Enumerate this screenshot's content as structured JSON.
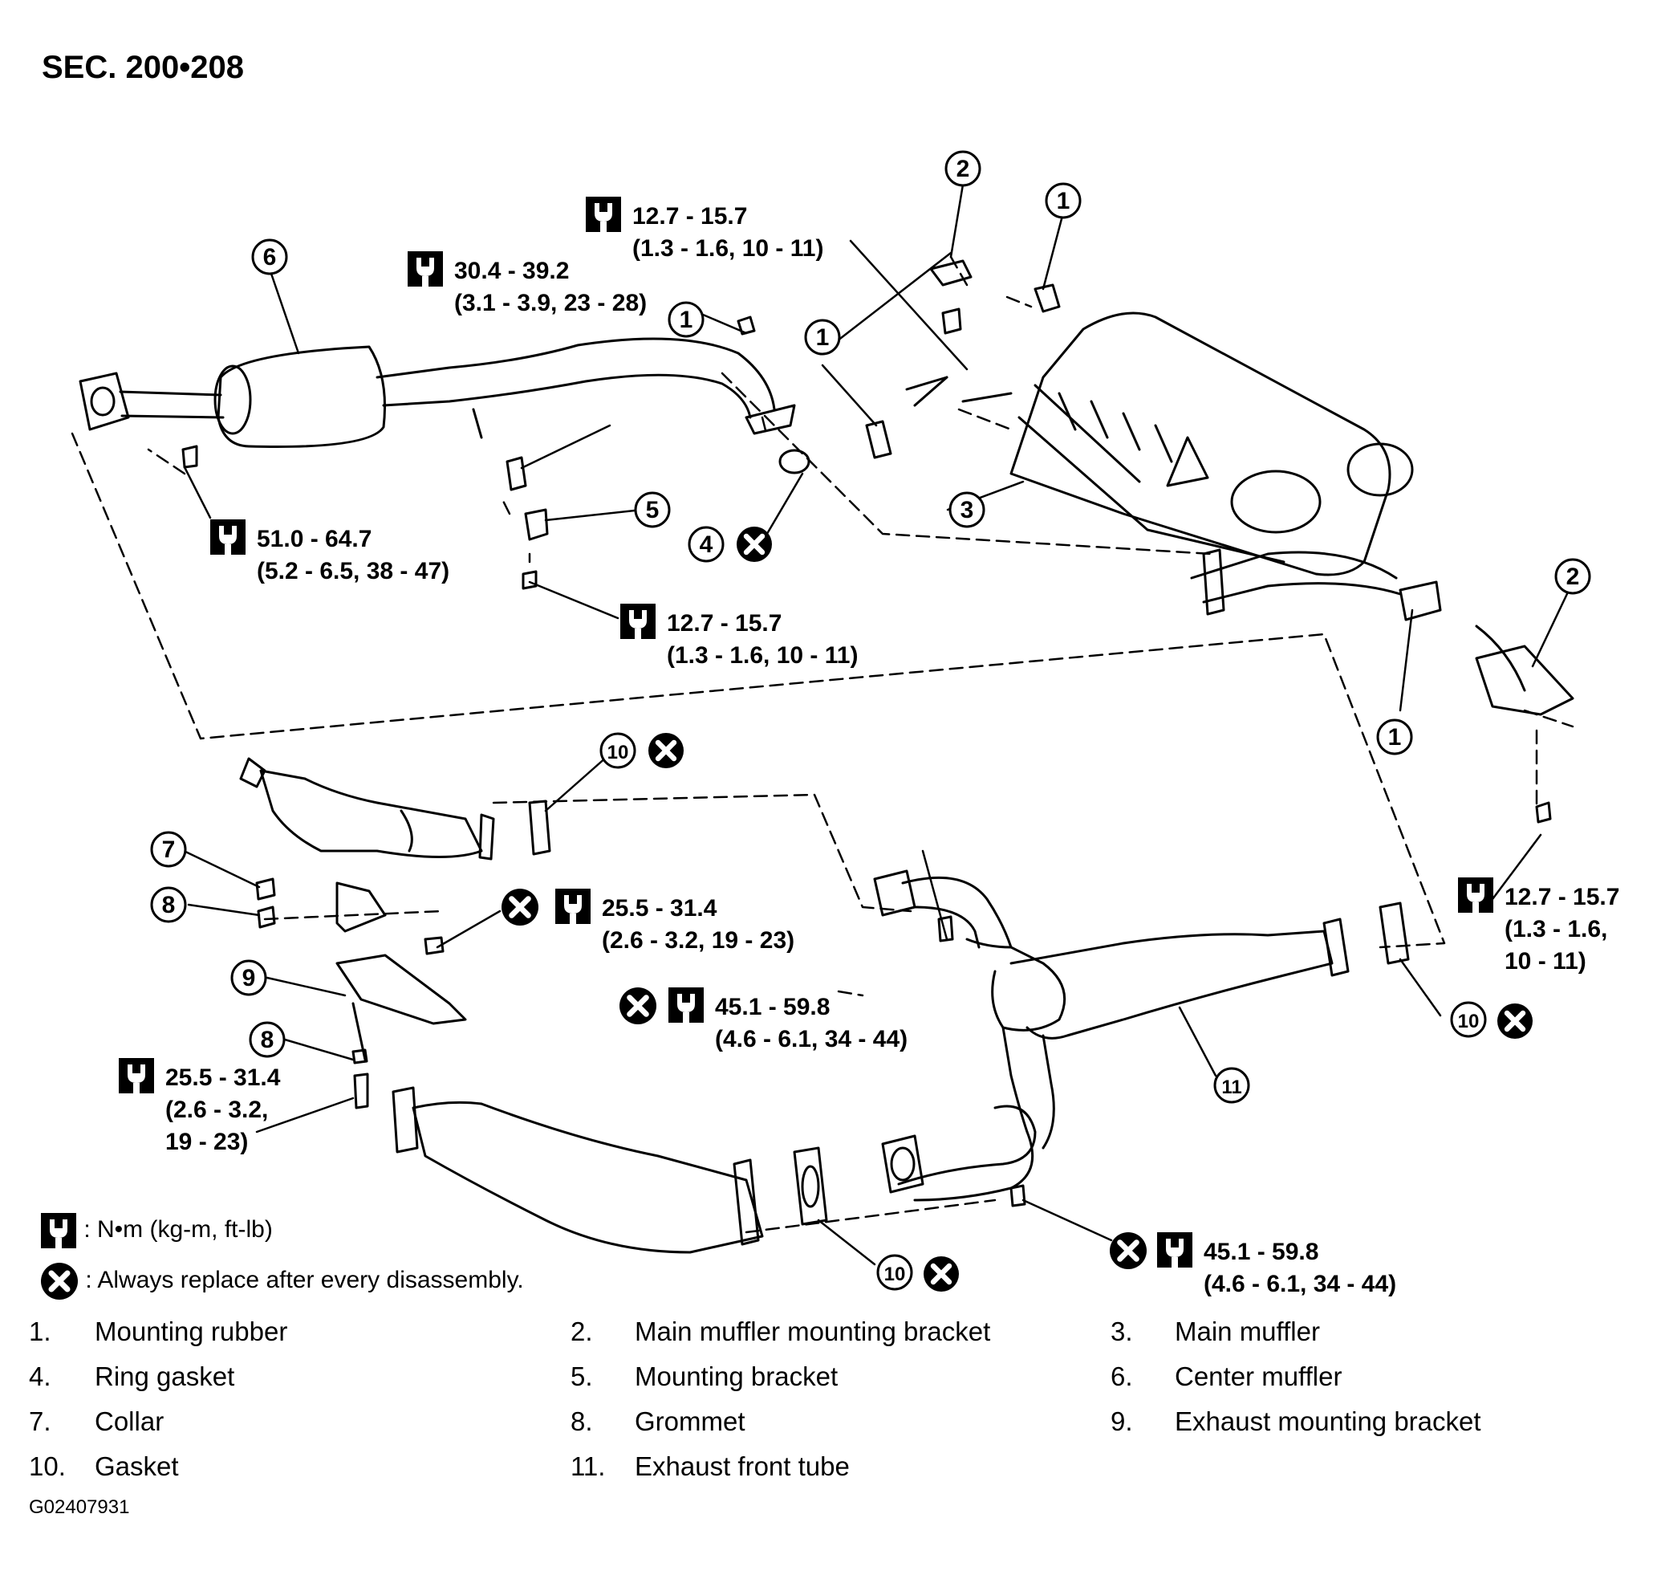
{
  "section": "SEC. 200•208",
  "figure_code": "G02407931",
  "torques": [
    {
      "id": "t1",
      "value": "12.7 - 15.7",
      "sub": [
        "(1.3 - 1.6, 10 - 11)"
      ],
      "replace": false
    },
    {
      "id": "t2",
      "value": "30.4 - 39.2",
      "sub": [
        "(3.1 - 3.9, 23 - 28)"
      ],
      "replace": false
    },
    {
      "id": "t3",
      "value": "51.0 - 64.7",
      "sub": [
        "(5.2 - 6.5, 38 - 47)"
      ],
      "replace": false
    },
    {
      "id": "t4",
      "value": "12.7 - 15.7",
      "sub": [
        "(1.3 - 1.6, 10 - 11)"
      ],
      "replace": false
    },
    {
      "id": "t5",
      "value": "25.5 - 31.4",
      "sub": [
        "(2.6 - 3.2, 19 - 23)"
      ],
      "replace": true
    },
    {
      "id": "t6",
      "value": "45.1 - 59.8",
      "sub": [
        "(4.6 - 6.1, 34 - 44)"
      ],
      "replace": true
    },
    {
      "id": "t7",
      "value": "12.7 - 15.7",
      "sub": [
        "(1.3 - 1.6,",
        "10 - 11)"
      ],
      "replace": false
    },
    {
      "id": "t8",
      "value": "25.5 - 31.4",
      "sub": [
        "(2.6 - 3.2,",
        "19 - 23)"
      ],
      "replace": false
    },
    {
      "id": "t9",
      "value": "45.1 - 59.8",
      "sub": [
        "(4.6 - 6.1, 34 - 44)"
      ],
      "replace": true
    }
  ],
  "callouts": [
    {
      "num": "6",
      "replace": false
    },
    {
      "num": "2",
      "replace": false
    },
    {
      "num": "1",
      "replace": false
    },
    {
      "num": "1",
      "replace": false
    },
    {
      "num": "1",
      "replace": false
    },
    {
      "num": "3",
      "replace": false
    },
    {
      "num": "5",
      "replace": false
    },
    {
      "num": "4",
      "replace": true
    },
    {
      "num": "2",
      "replace": false
    },
    {
      "num": "1",
      "replace": false
    },
    {
      "num": "10",
      "replace": true
    },
    {
      "num": "7",
      "replace": false
    },
    {
      "num": "8",
      "replace": false
    },
    {
      "num": "9",
      "replace": false
    },
    {
      "num": "8",
      "replace": false
    },
    {
      "num": "11",
      "replace": false
    },
    {
      "num": "10",
      "replace": true
    },
    {
      "num": "10",
      "replace": true
    }
  ],
  "legend": {
    "torque_unit": ": N•m (kg-m, ft-lb)",
    "replace_note": ": Always replace after every disassembly."
  },
  "parts_list": [
    {
      "n": "1.",
      "label": "Mounting rubber"
    },
    {
      "n": "2.",
      "label": "Main muffler mounting bracket"
    },
    {
      "n": "3.",
      "label": "Main muffler"
    },
    {
      "n": "4.",
      "label": "Ring gasket"
    },
    {
      "n": "5.",
      "label": "Mounting bracket"
    },
    {
      "n": "6.",
      "label": "Center muffler"
    },
    {
      "n": "7.",
      "label": "Collar"
    },
    {
      "n": "8.",
      "label": "Grommet"
    },
    {
      "n": "9.",
      "label": "Exhaust mounting bracket"
    },
    {
      "n": "10.",
      "label": "Gasket"
    },
    {
      "n": "11.",
      "label": "Exhaust front tube"
    }
  ]
}
